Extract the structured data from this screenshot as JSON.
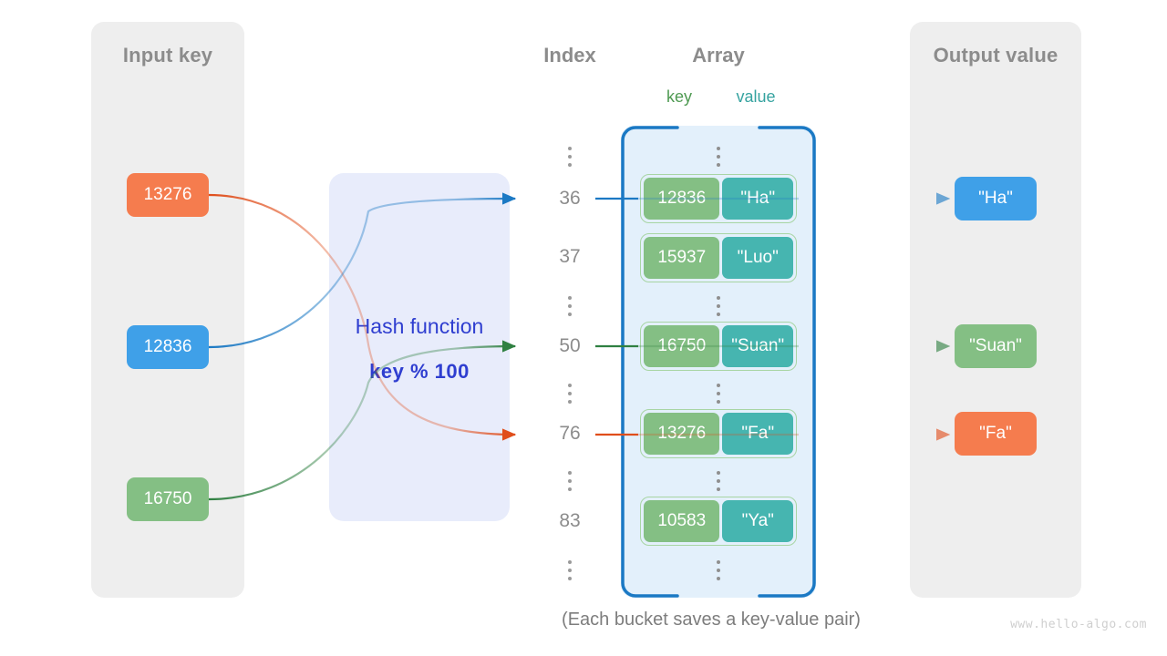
{
  "diagram": {
    "caption": "(Each bucket saves a key-value pair)",
    "watermark": "www.hello-algo.com"
  },
  "input_panel": {
    "title": "Input key",
    "keys": [
      {
        "label": "13276",
        "color": "#f57c4e"
      },
      {
        "label": "12836",
        "color": "#3fa0e8"
      },
      {
        "label": "16750",
        "color": "#84bf84"
      }
    ]
  },
  "hash_function": {
    "title": "Hash function",
    "expression": "key % 100",
    "box_color": "#e8ecfb",
    "text_color": "#2f3ed0"
  },
  "columns": {
    "index_header": "Index",
    "array_header": "Array",
    "key_header": "key",
    "value_header": "value",
    "key_header_color": "#4f9a52",
    "value_header_color": "#36a3a0"
  },
  "array": {
    "container_color": "#e3f0fb",
    "bracket_color": "#1b79c4",
    "key_cell_color": "#84bf84",
    "value_cell_color": "#46b5b0",
    "rows": [
      {
        "kind": "ellipsis",
        "index": ""
      },
      {
        "kind": "bucket",
        "index": "36",
        "key": "12836",
        "value": "\"Ha\""
      },
      {
        "kind": "bucket",
        "index": "37",
        "key": "15937",
        "value": "\"Luo\""
      },
      {
        "kind": "ellipsis",
        "index": ""
      },
      {
        "kind": "bucket",
        "index": "50",
        "key": "16750",
        "value": "\"Suan\""
      },
      {
        "kind": "ellipsis",
        "index": ""
      },
      {
        "kind": "bucket",
        "index": "76",
        "key": "13276",
        "value": "\"Fa\""
      },
      {
        "kind": "ellipsis",
        "index": ""
      },
      {
        "kind": "bucket",
        "index": "83",
        "key": "10583",
        "value": "\"Ya\""
      },
      {
        "kind": "ellipsis",
        "index": ""
      }
    ]
  },
  "output_panel": {
    "title": "Output value",
    "values": [
      {
        "label": "\"Ha\"",
        "color": "#3fa0e8"
      },
      {
        "label": "\"Suan\"",
        "color": "#84bf84"
      },
      {
        "label": "\"Fa\"",
        "color": "#f57c4e"
      }
    ]
  },
  "mappings": [
    {
      "input": "13276",
      "index": "76",
      "output": "\"Fa\"",
      "color": "#e04e1b"
    },
    {
      "input": "12836",
      "index": "36",
      "output": "\"Ha\"",
      "color": "#1b79c4"
    },
    {
      "input": "16750",
      "index": "50",
      "output": "\"Suan\"",
      "color": "#2f8041"
    }
  ]
}
